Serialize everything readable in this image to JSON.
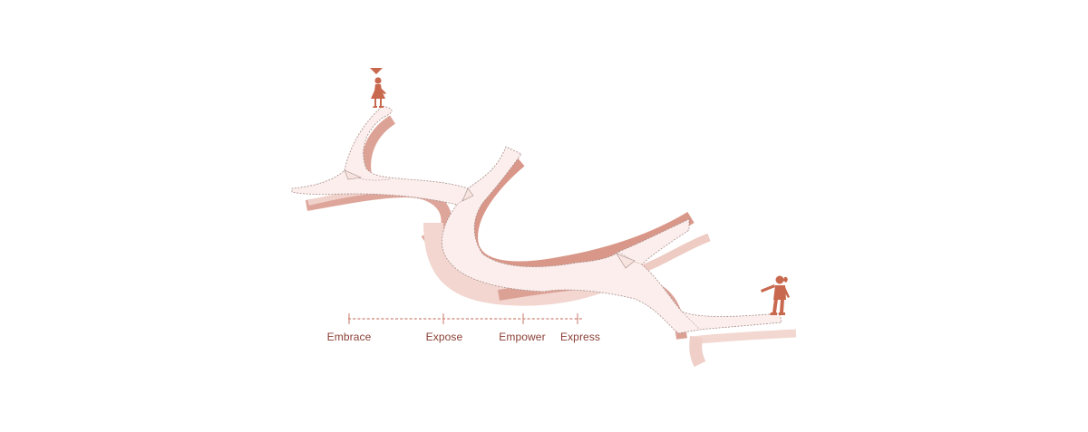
{
  "colors": {
    "background": "#ffffff",
    "figure": "#c8694f",
    "band_dark": "#d79a8e",
    "band_mid": "#e9c0b6",
    "band_light": "#f5dcd6",
    "path_fill": "#fbeeec",
    "path_edge": "#a88f8a",
    "timeline": "#cf8576",
    "label_text": "#8a3f35"
  },
  "icons": {
    "viewpoint_marker": "triangle-down",
    "figure_top": "child-silhouette-standing",
    "figure_right": "child-silhouette-pointing"
  },
  "timeline": {
    "stages": [
      {
        "label": "Embrace"
      },
      {
        "label": "Expose"
      },
      {
        "label": "Empower"
      },
      {
        "label": "Express"
      }
    ]
  }
}
